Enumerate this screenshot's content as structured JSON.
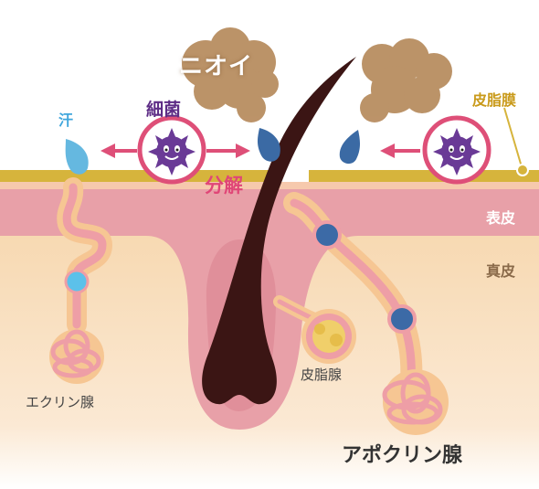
{
  "labels": {
    "odor": "ニオイ",
    "bacteria": "細菌",
    "sweat": "汗",
    "sebum_film": "皮脂膜",
    "decomposition": "分解",
    "epidermis": "表皮",
    "dermis": "真皮",
    "sebaceous_gland": "皮脂腺",
    "eccrine_gland": "エクリン腺",
    "apocrine_gland": "アポクリン腺"
  },
  "colors": {
    "dermis": "#f7dcb8",
    "epidermis": "#e59aa4",
    "sebum_film": "#d7b63d",
    "hair": "#3a1514",
    "gland_outer": "#f7c796",
    "gland_inner": "#efa2a8",
    "pore_dot_blue": "#3c6aa6",
    "pore_dot_light": "#5cc1ea",
    "bacteria": "#6a3a96",
    "bacteria_ring": "#de4f78",
    "arrow": "#de4f78",
    "smoke": "#b58a5a",
    "sweat_drop": "#65b8e0",
    "odor_drop": "#3b6aa4"
  },
  "icons": [
    "bacteria-icon",
    "bacteria-icon",
    "sweat-drop-icon",
    "odor-drop-icon",
    "odor-drop-icon",
    "odor-smoke-icon",
    "odor-smoke-icon"
  ]
}
